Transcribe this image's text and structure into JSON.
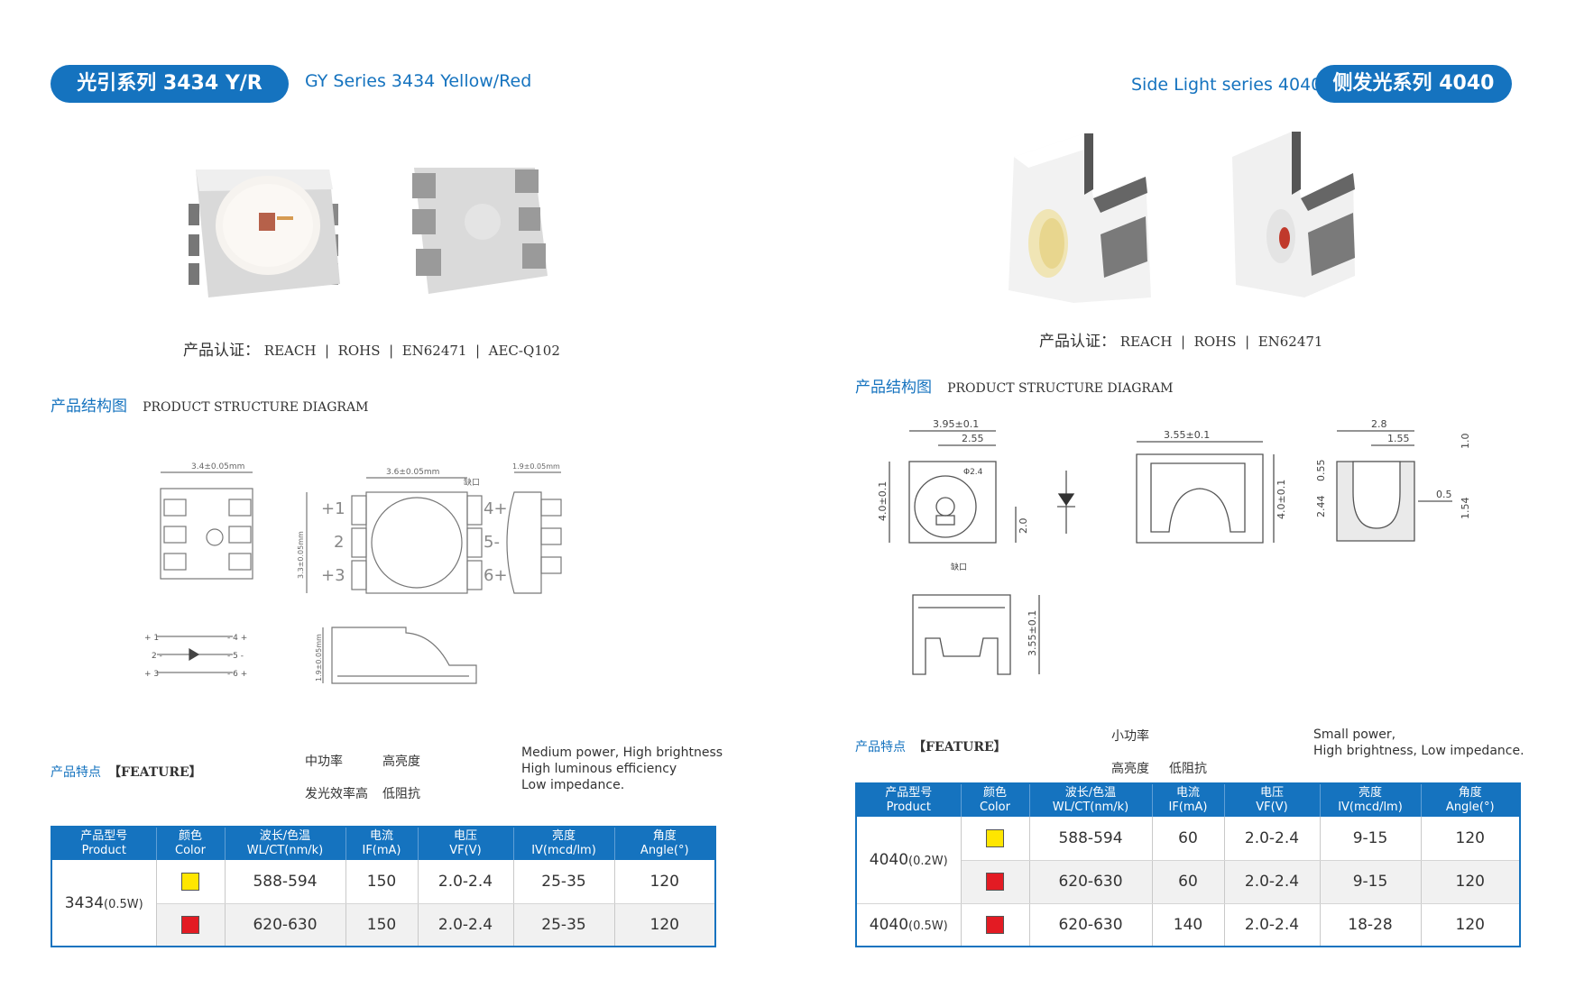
{
  "left": {
    "title_pill": "光引系列 3434 Y/R",
    "subtitle": "GY  Series 3434  Yellow/Red",
    "certification": {
      "lead": "产品认证：",
      "items": [
        "REACH",
        "ROHS",
        "EN62471",
        "AEC-Q102"
      ],
      "sep": "|"
    },
    "structure": {
      "cn": "产品结构图",
      "en": "PRODUCT  STRUCTURE DIAGRAM"
    },
    "diagram_labels": {
      "dim_a": "3.4±0.05mm",
      "dim_b": "3.6±0.05mm",
      "dim_c": "1.9±0.05mm",
      "dim_d": "3.3±0.05mm",
      "dim_e": "1.9±0.05mm",
      "notch": "缺口",
      "pin1": "+1",
      "pin2": "2",
      "pin3": "+3",
      "pin4": "4+",
      "pin5": "5-",
      "pin6": "6+",
      "cp1": "+ 1",
      "cp2": "2 -",
      "cp3": "+ 3",
      "cp4": "- 4 +",
      "cp5": "- 5 -",
      "cp6": "- 6 +"
    },
    "feature": {
      "label": "产品特点",
      "bracket": "【FEATURE】",
      "cn": [
        "中功率",
        "高亮度",
        "发光效率高",
        "低阻抗"
      ],
      "en": [
        "Medium power, High brightness",
        "High luminous efficiency",
        "Low impedance."
      ]
    },
    "table": {
      "headers": [
        [
          "产品型号",
          "Product"
        ],
        [
          "颜色",
          "Color"
        ],
        [
          "波长/色温",
          "WL/CT(nm/k)"
        ],
        [
          "电流",
          "IF(mA)"
        ],
        [
          "电压",
          "VF(V)"
        ],
        [
          "亮度",
          "IV(mcd/lm)"
        ],
        [
          "角度",
          "Angle(°)"
        ]
      ],
      "product": "3434",
      "product_sub": "(0.5W)",
      "rows": [
        {
          "color": "#ffe600",
          "wl": "588-594",
          "if": "150",
          "vf": "2.0-2.4",
          "iv": "25-35",
          "angle": "120"
        },
        {
          "color": "#e31b23",
          "wl": "620-630",
          "if": "150",
          "vf": "2.0-2.4",
          "iv": "25-35",
          "angle": "120"
        }
      ]
    }
  },
  "right": {
    "title_pill": "侧发光系列 4040",
    "subtitle": "Side Light series 4040",
    "certification": {
      "lead": "产品认证：",
      "items": [
        "REACH",
        "ROHS",
        "EN62471"
      ],
      "sep": "|"
    },
    "structure": {
      "cn": "产品结构图",
      "en": "PRODUCT  STRUCTURE DIAGRAM"
    },
    "diagram_labels": {
      "dim_a": "3.95±0.1",
      "dim_b": "2.55",
      "dim_c": "4.0±0.1",
      "dim_d": "2.0",
      "dim_e": "3.55±0.1",
      "dim_f": "4.0±0.1",
      "dim_g": "2.8",
      "dim_h": "1.55",
      "dim_i": "1.0",
      "dim_j": "0.55",
      "dim_k": "2.44",
      "dim_l": "0.5",
      "dim_m": "1.54",
      "dim_n": "3.55±0.1",
      "dim_o": "Φ2.4",
      "notch": "缺口"
    },
    "feature": {
      "label": "产品特点",
      "bracket": "【FEATURE】",
      "cn": [
        "小功率",
        "高亮度",
        "低阻抗"
      ],
      "en": [
        "Small power,",
        "High brightness, Low impedance."
      ]
    },
    "table": {
      "headers": [
        [
          "产品型号",
          "Product"
        ],
        [
          "颜色",
          "Color"
        ],
        [
          "波长/色温",
          "WL/CT(nm/k)"
        ],
        [
          "电流",
          "IF(mA)"
        ],
        [
          "电压",
          "VF(V)"
        ],
        [
          "亮度",
          "IV(mcd/lm)"
        ],
        [
          "角度",
          "Angle(°)"
        ]
      ],
      "groups": [
        {
          "product": "4040",
          "product_sub": "(0.2W)",
          "rows": [
            {
              "color": "#ffe600",
              "wl": "588-594",
              "if": "60",
              "vf": "2.0-2.4",
              "iv": "9-15",
              "angle": "120"
            },
            {
              "color": "#e31b23",
              "wl": "620-630",
              "if": "60",
              "vf": "2.0-2.4",
              "iv": "9-15",
              "angle": "120"
            }
          ]
        },
        {
          "product": "4040",
          "product_sub": "(0.5W)",
          "rows": [
            {
              "color": "#e31b23",
              "wl": "620-630",
              "if": "140",
              "vf": "2.0-2.4",
              "iv": "18-28",
              "angle": "120"
            }
          ]
        }
      ]
    }
  }
}
